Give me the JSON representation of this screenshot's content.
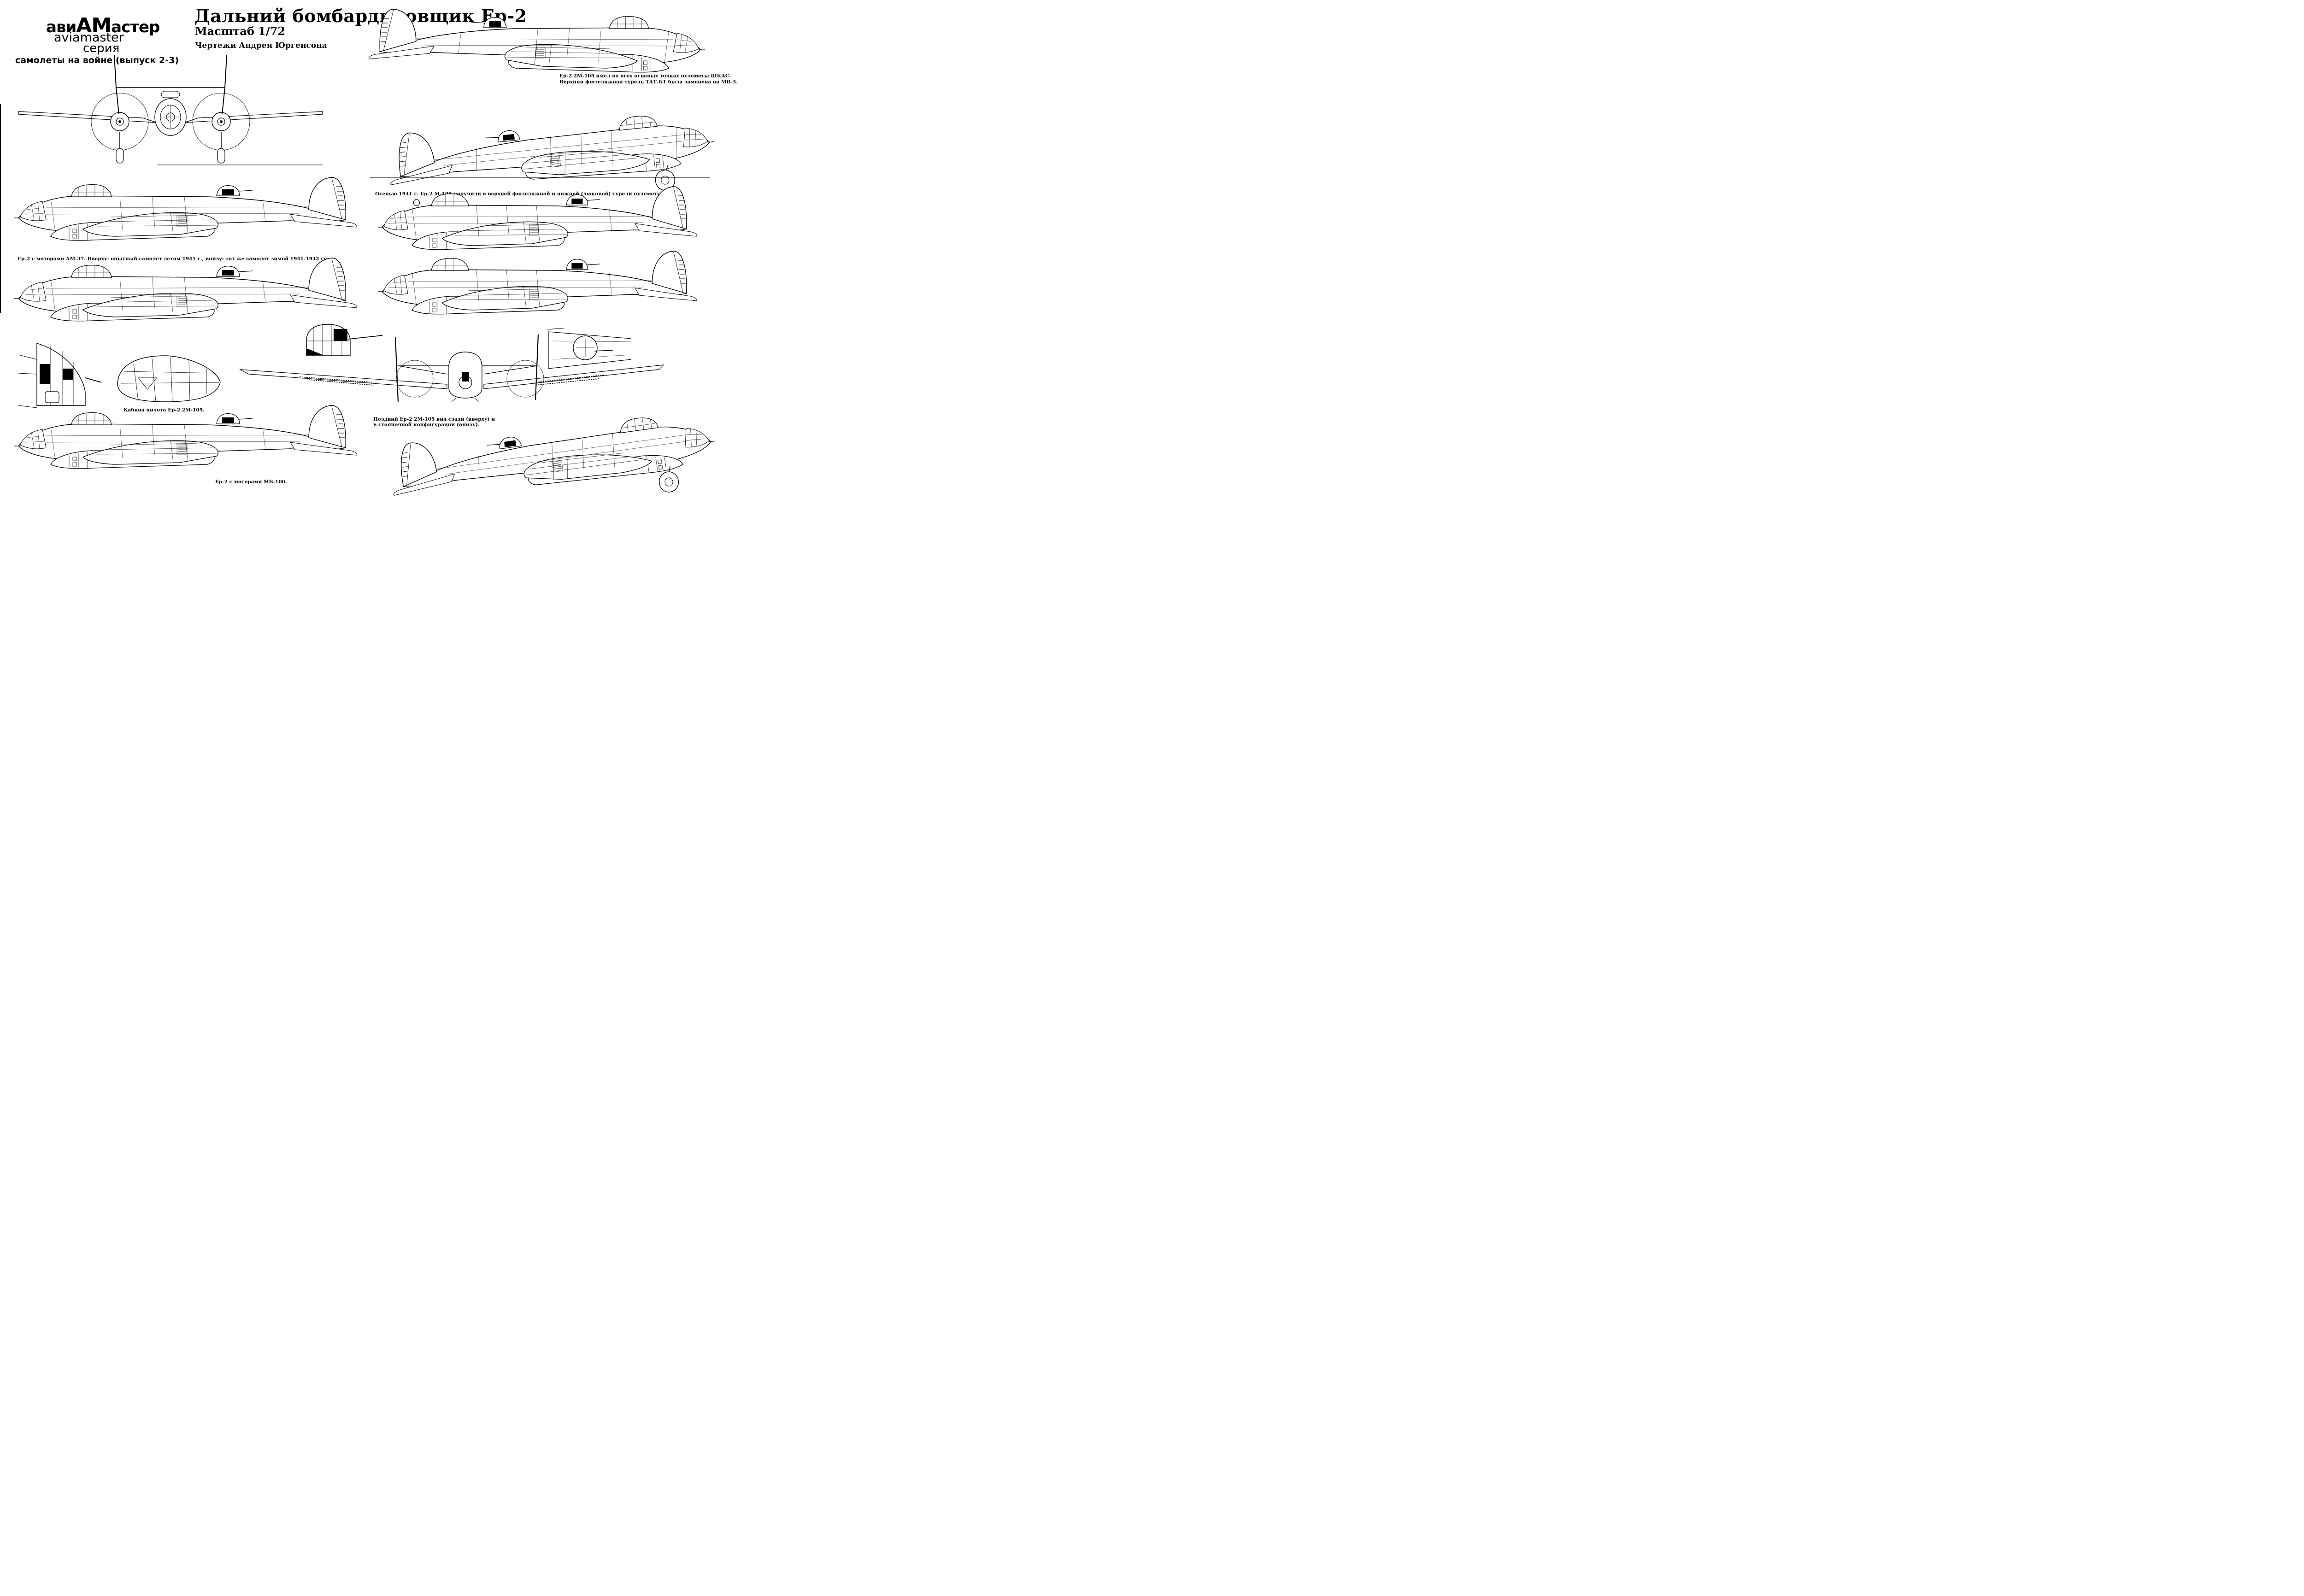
{
  "header": {
    "logo_avi": "ави",
    "logo_am": "АМ",
    "logo_aster": "астер",
    "logo_latin": "aviamaster",
    "logo_series": "серия",
    "logo_subtitle": "самолеты на войне (выпуск 2-3)",
    "title": "Дальний бомбардировщик Ер-2",
    "scale": "Масштаб 1/72",
    "author": "Чертежи Андрея Юргенсона"
  },
  "captions": {
    "top_right_1": "Ер-2 2М-105 имел во всех огневых точках пулеметы ШКАС.",
    "top_right_2": "Верхняя фюзеляжная турель ТАТ-БТ была заменена на МВ-3.",
    "autumn_1941": "Осенью 1941 г. Ер-2 М-105 получили в верхней фюзеляжной и нижней (люковой) турели пулеметы БТ.",
    "am37": "Ер-2 с моторами АМ-37. Вверху: опытный самолет летом 1941 г., внизу: тот же самолет зимой 1941-1942 гг.",
    "cockpit": "Кабина пилота Ер-2 2М-105.",
    "late_1": "Поздний Ер-2 2М-105 вид сзади (вверху) и",
    "late_2": "в стояночной конфигурации (внизу).",
    "mb100": "Ер-2 с моторами МБ-100."
  },
  "style": {
    "ink": "#000000",
    "paper": "#ffffff"
  }
}
